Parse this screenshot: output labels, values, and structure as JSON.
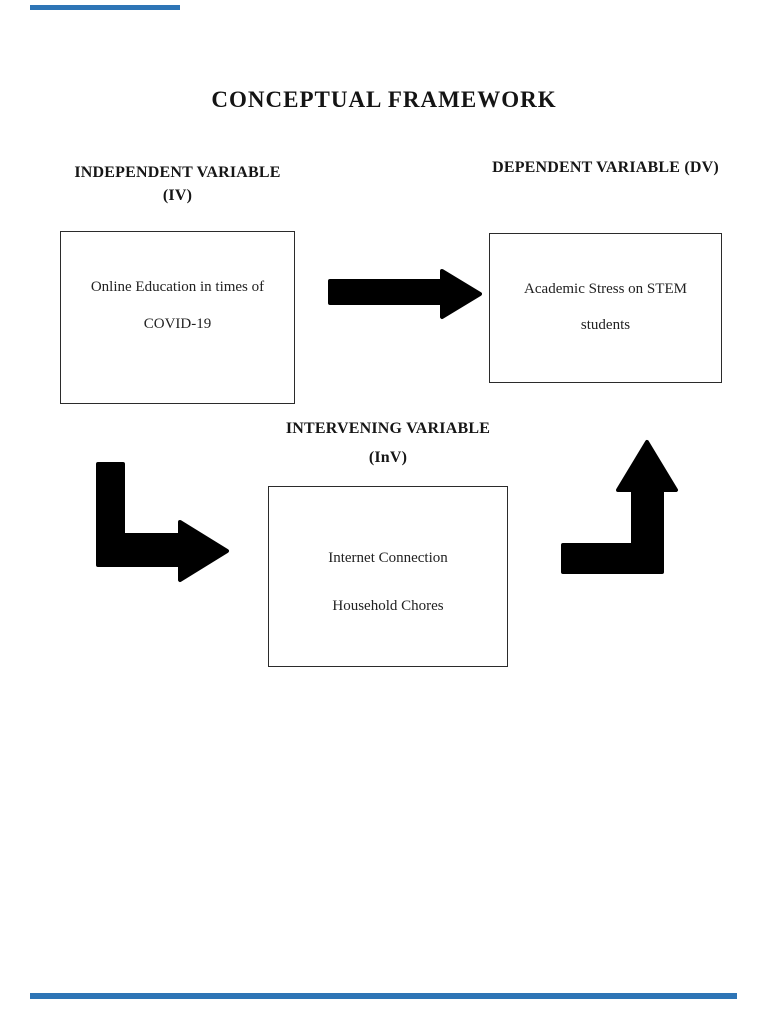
{
  "title": "CONCEPTUAL FRAMEWORK",
  "labels": {
    "independent": {
      "line1": "INDEPENDENT VARIABLE",
      "line2": "(IV)"
    },
    "dependent": {
      "line1": "DEPENDENT VARIABLE (DV)"
    },
    "intervening": {
      "line1": "INTERVENING VARIABLE",
      "line2": "(InV)"
    }
  },
  "boxes": {
    "independent": {
      "line1": "Online Education in times of",
      "line2": "COVID-19"
    },
    "dependent": {
      "line1": "Academic Stress on STEM",
      "line2": "students"
    },
    "intervening": {
      "line1": "Internet Connection",
      "line2": "Household Chores"
    }
  },
  "icons": {
    "iv_to_dv": "arrow-right-icon",
    "iv_to_inv": "elbow-arrow-down-right-icon",
    "inv_to_dv": "elbow-arrow-right-up-icon"
  },
  "colors": {
    "arrow": "#000000",
    "border": "#2b2b2b",
    "text": "#1f1f1f",
    "separator": "#2e75b6"
  }
}
